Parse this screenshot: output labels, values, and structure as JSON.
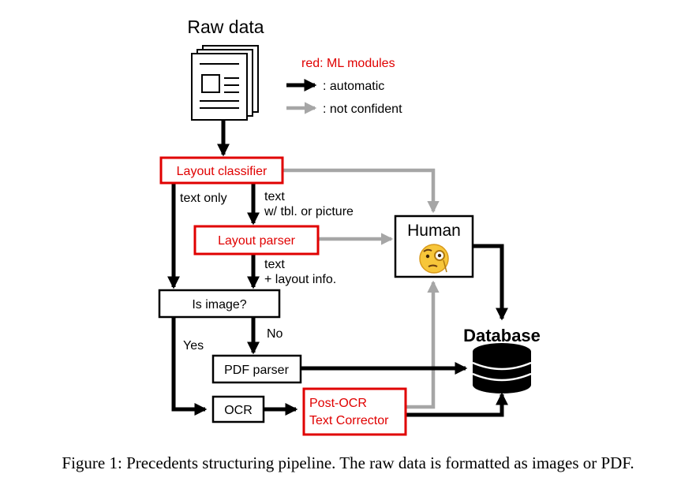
{
  "title": "Raw data",
  "legend": {
    "ml_modules": "red: ML modules",
    "automatic": ": automatic",
    "not_confident": ": not confident"
  },
  "nodes": {
    "layout_classifier": "Layout classifier",
    "layout_parser": "Layout parser",
    "is_image": "Is image?",
    "pdf_parser": "PDF parser",
    "ocr": "OCR",
    "post_ocr_line1": "Post-OCR",
    "post_ocr_line2": "Text Corrector",
    "human": "Human",
    "database": "Database"
  },
  "edge_labels": {
    "text_only": "text only",
    "text_tbl_line1": "text",
    "text_tbl_line2": "w/ tbl. or picture",
    "text_layout_line1": "text",
    "text_layout_line2": "+ layout info.",
    "no": "No",
    "yes": "Yes"
  },
  "caption": "Figure 1: Precedents structuring pipeline. The raw data is formatted as images or PDF.",
  "colors": {
    "ml_module": "#e00000",
    "automatic": "#000000",
    "not_confident": "#a6a6a6",
    "emoji_face": "#f7c63a"
  },
  "icons": {
    "raw_data": "document-stack-icon",
    "human": "face-with-monocle-icon",
    "database": "database-icon"
  }
}
